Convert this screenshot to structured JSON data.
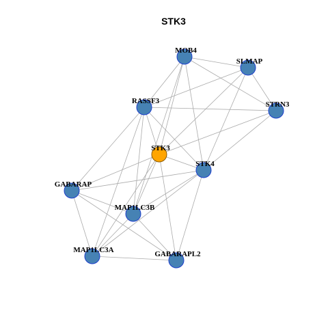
{
  "title": "STK3",
  "colors": {
    "node_fill": "#4682B4",
    "node_stroke": "#1E3FCC",
    "focus_fill": "#FFA500",
    "focus_stroke": "#8B5A00",
    "edge": "#AAAAAA"
  },
  "nodes": [
    {
      "id": "STK3",
      "label": "STK3",
      "focus": true
    },
    {
      "id": "MOB4",
      "label": "MOB4",
      "focus": false
    },
    {
      "id": "SLMAP",
      "label": "SLMAP",
      "focus": false
    },
    {
      "id": "RASSF3",
      "label": "RASSF3",
      "focus": false
    },
    {
      "id": "STRN3",
      "label": "STRN3",
      "focus": false
    },
    {
      "id": "STK4",
      "label": "STK4",
      "focus": false
    },
    {
      "id": "GABARAP",
      "label": "GABARAP",
      "focus": false
    },
    {
      "id": "MAP1LC3B",
      "label": "MAP1LC3B",
      "focus": false
    },
    {
      "id": "MAP1LC3A",
      "label": "MAP1LC3A",
      "focus": false
    },
    {
      "id": "GABARAPL2",
      "label": "GABARAPL2",
      "focus": false
    }
  ],
  "edges": [
    [
      "MOB4",
      "SLMAP"
    ],
    [
      "MOB4",
      "STRN3"
    ],
    [
      "MOB4",
      "RASSF3"
    ],
    [
      "MOB4",
      "STK3"
    ],
    [
      "MOB4",
      "STK4"
    ],
    [
      "MOB4",
      "MAP1LC3B"
    ],
    [
      "SLMAP",
      "STRN3"
    ],
    [
      "SLMAP",
      "RASSF3"
    ],
    [
      "SLMAP",
      "STK3"
    ],
    [
      "SLMAP",
      "STK4"
    ],
    [
      "RASSF3",
      "STRN3"
    ],
    [
      "RASSF3",
      "STK3"
    ],
    [
      "RASSF3",
      "STK4"
    ],
    [
      "RASSF3",
      "GABARAP"
    ],
    [
      "RASSF3",
      "MAP1LC3B"
    ],
    [
      "RASSF3",
      "MAP1LC3A"
    ],
    [
      "STRN3",
      "STK3"
    ],
    [
      "STRN3",
      "STK4"
    ],
    [
      "STK3",
      "STK4"
    ],
    [
      "STK3",
      "GABARAP"
    ],
    [
      "STK3",
      "MAP1LC3B"
    ],
    [
      "STK3",
      "MAP1LC3A"
    ],
    [
      "STK3",
      "GABARAPL2"
    ],
    [
      "STK4",
      "GABARAP"
    ],
    [
      "STK4",
      "MAP1LC3B"
    ],
    [
      "STK4",
      "MAP1LC3A"
    ],
    [
      "STK4",
      "GABARAPL2"
    ],
    [
      "GABARAP",
      "MAP1LC3B"
    ],
    [
      "GABARAP",
      "MAP1LC3A"
    ],
    [
      "GABARAP",
      "GABARAPL2"
    ],
    [
      "MAP1LC3B",
      "MAP1LC3A"
    ],
    [
      "MAP1LC3B",
      "GABARAPL2"
    ],
    [
      "MAP1LC3A",
      "GABARAPL2"
    ]
  ]
}
